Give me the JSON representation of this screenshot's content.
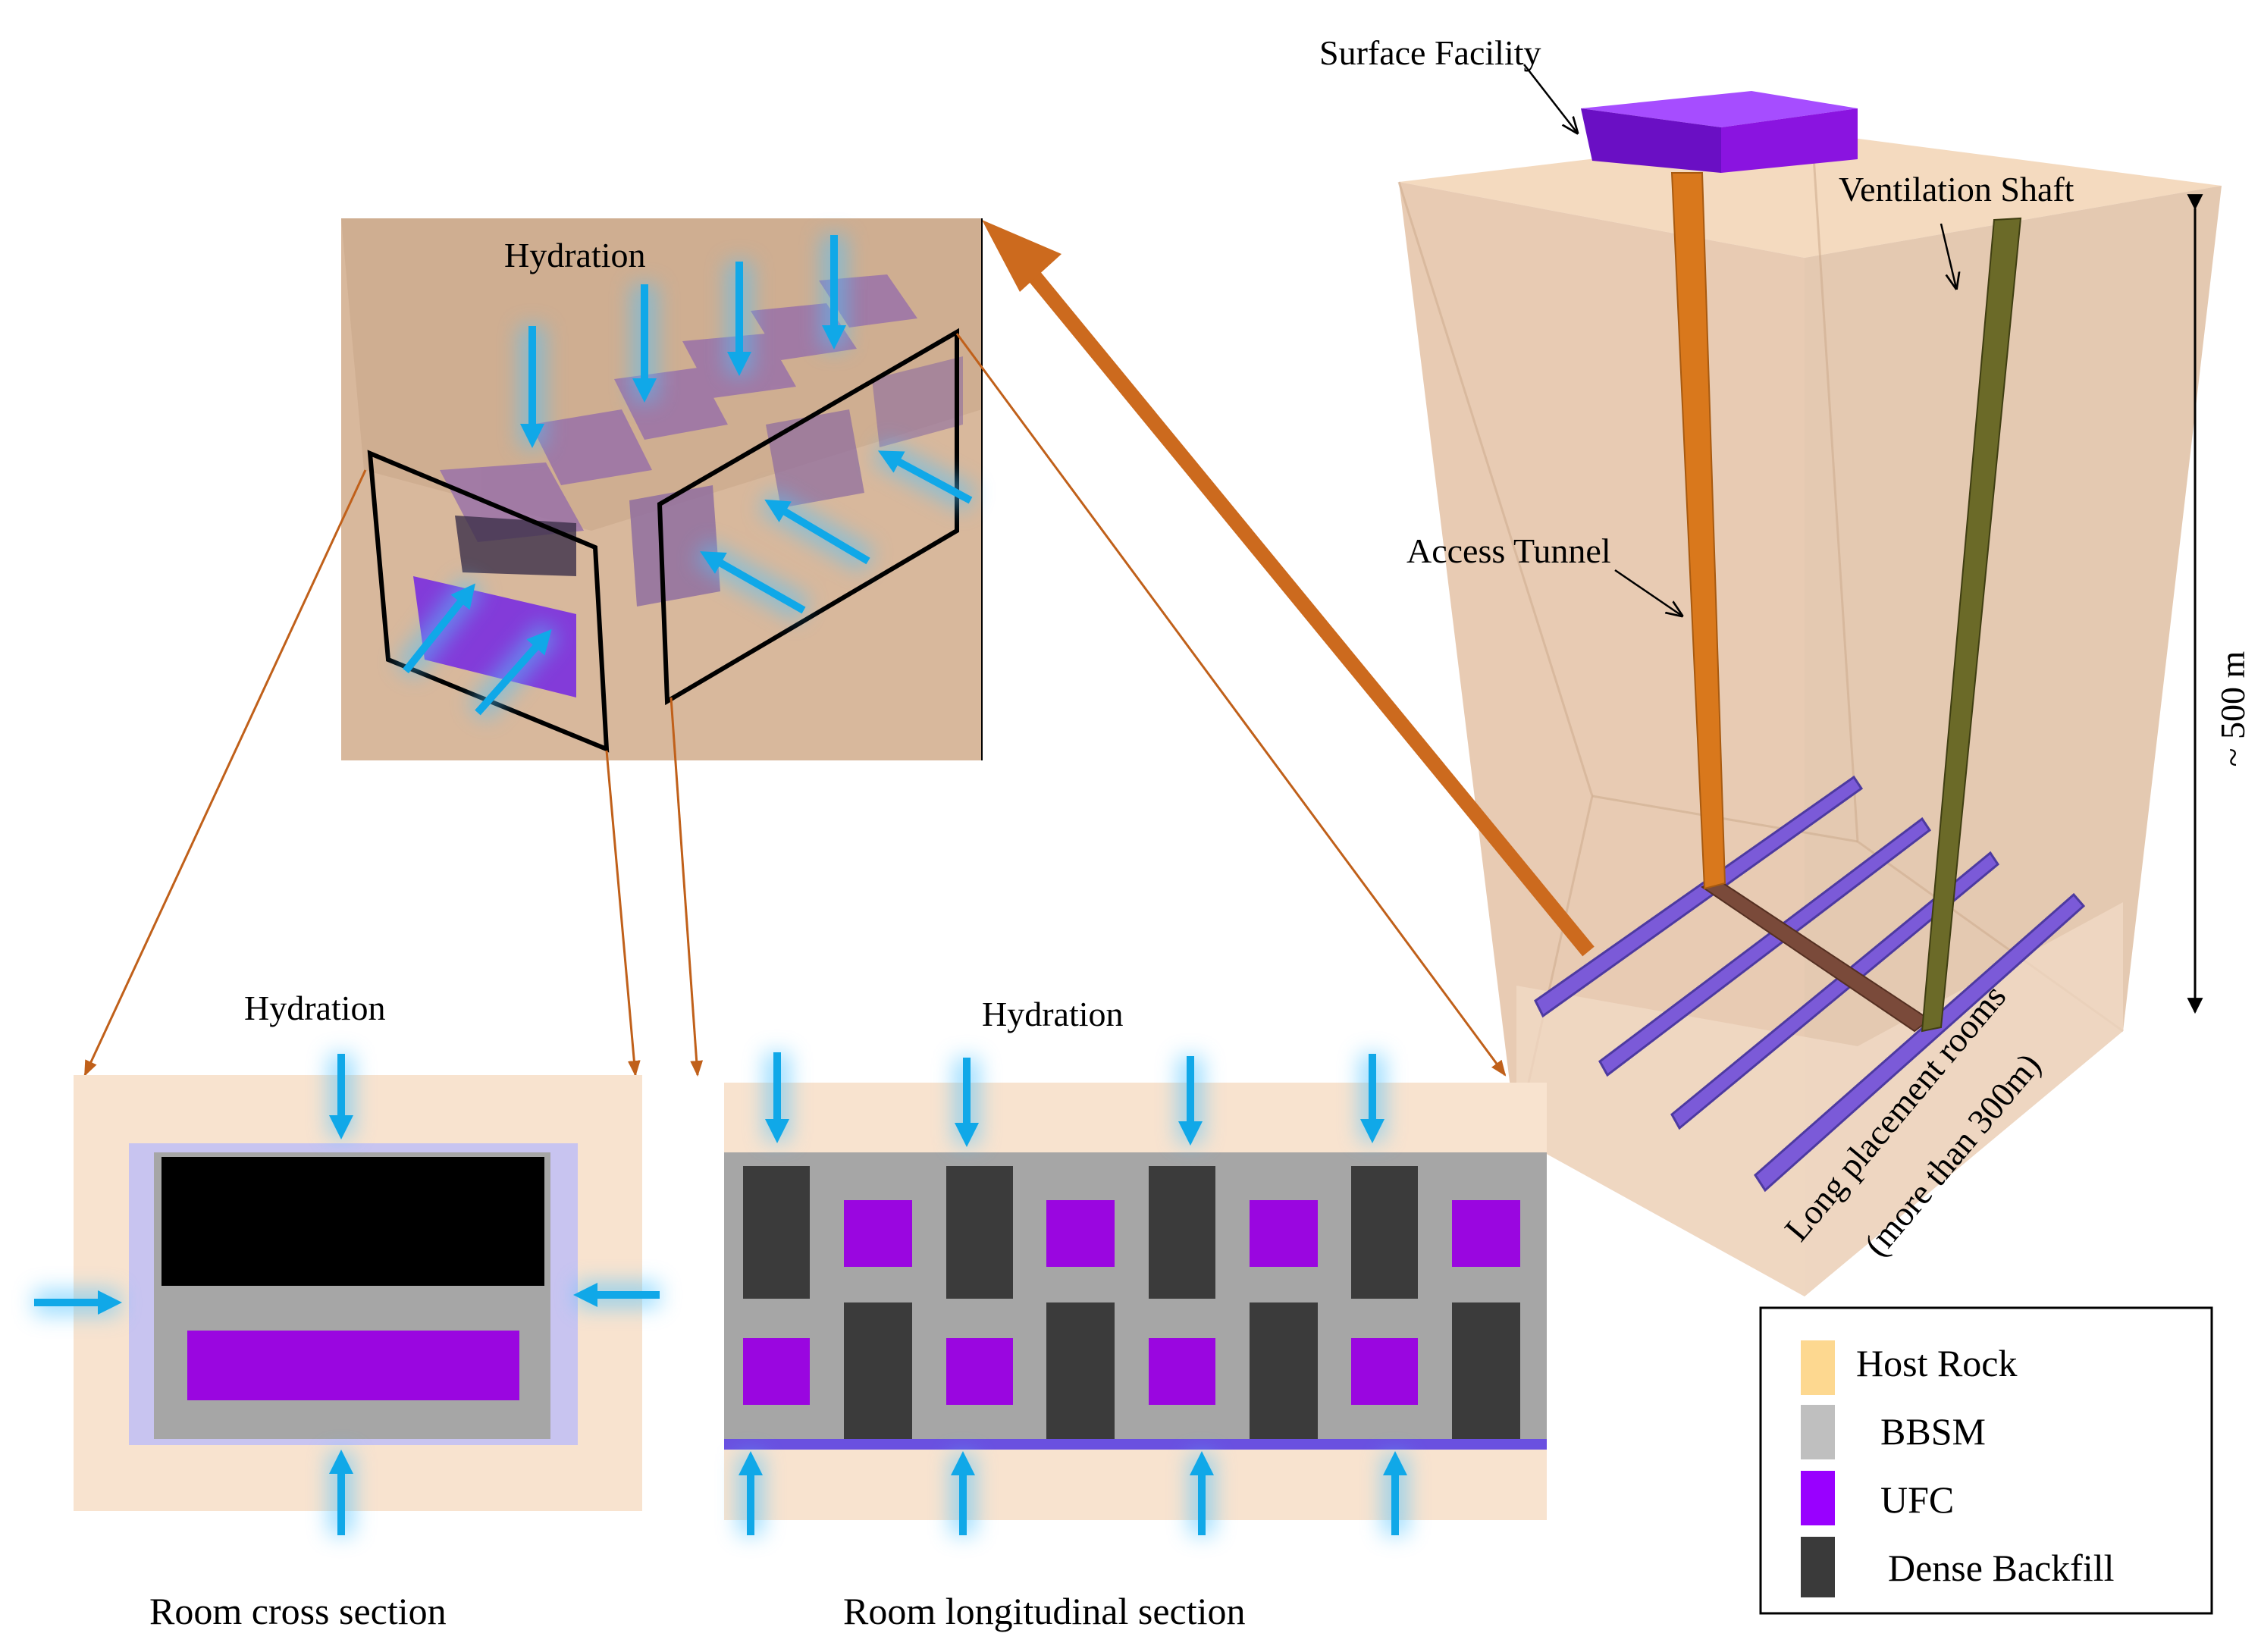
{
  "labels": {
    "surface_facility": "Surface Facility",
    "ventilation_shaft": "Ventilation Shaft",
    "access_tunnel": "Access Tunnel",
    "depth": "~ 500 m",
    "rooms_line1": "Long placement  rooms",
    "rooms_line2": "(more than 300m)",
    "hydration_top": "Hydration",
    "hydration_cross": "Hydration",
    "hydration_long": "Hydration",
    "caption_cross": "Room  cross section",
    "caption_long": "Room  longitudinal  section"
  },
  "legend": [
    {
      "label": "Host Rock",
      "color": "#fdd890"
    },
    {
      "label": "BBSM",
      "color": "#bfbfbf"
    },
    {
      "label": "UFC",
      "color": "#9900ff"
    },
    {
      "label": "Dense Backfill",
      "color": "#3a3a3a"
    }
  ],
  "colors": {
    "host_rock": "#f8e3cf",
    "bbsm": "#a6a6a6",
    "ufc": "#9a06e0",
    "backfill": "#3b3b3b",
    "hydration_arrow": "#10a8e8",
    "connector": "#c0601a",
    "tunnel": "#d9781c",
    "ventilation": "#6b6a28",
    "rooms": "#7b5ad8",
    "surface": "#8a14e0"
  },
  "icons": {
    "hydration": "arrow-icon",
    "pointer": "leader-arrow-icon"
  }
}
